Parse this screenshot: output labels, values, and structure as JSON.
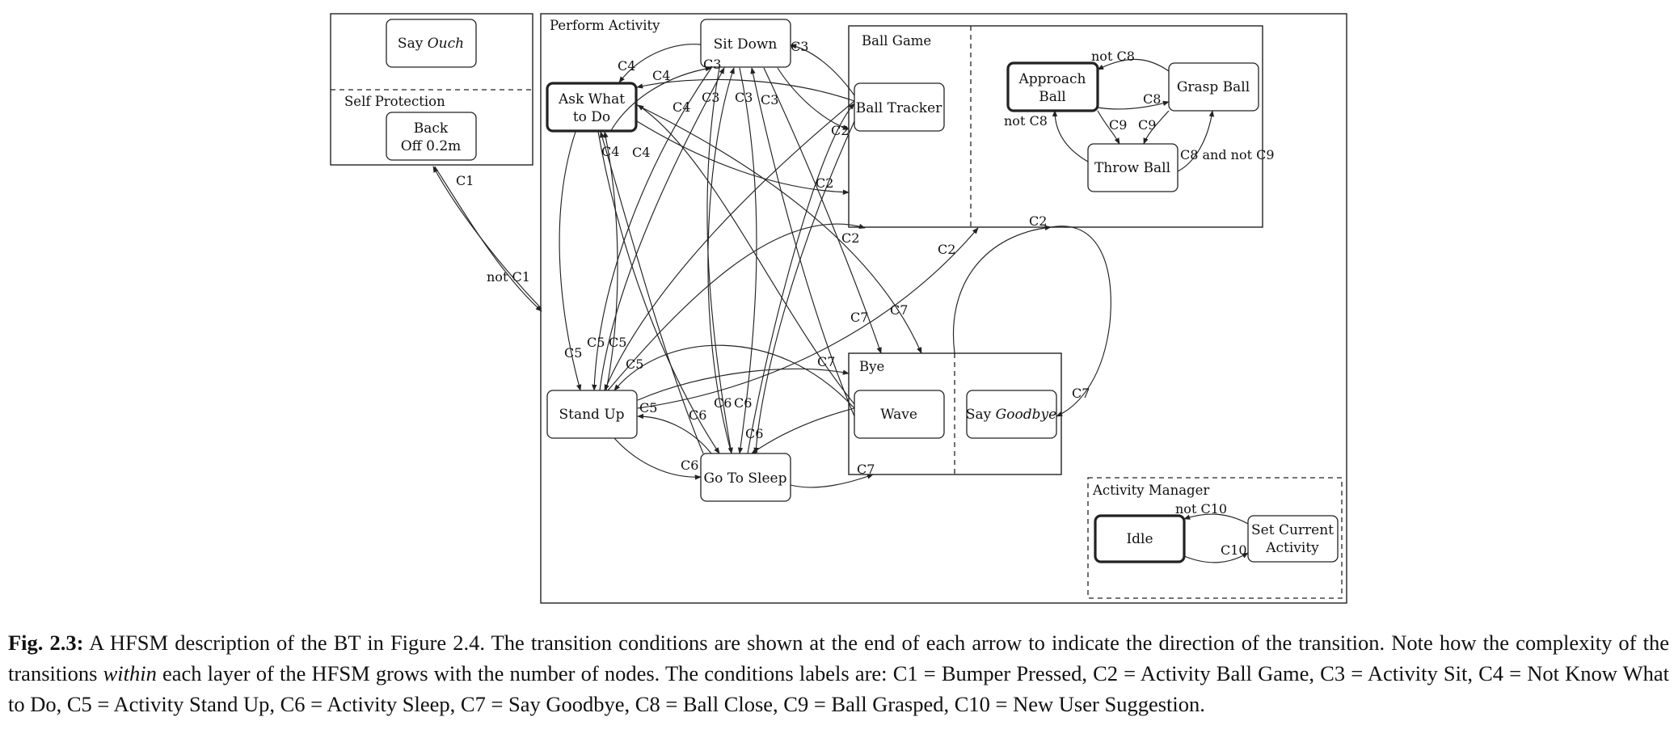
{
  "states": {
    "say_ouch": {
      "prefix": "Say ",
      "emph": "Ouch"
    },
    "back_off": [
      "Back",
      "Off 0.2m"
    ],
    "sit_down": "Sit Down",
    "ask_what": [
      "Ask What",
      "to Do"
    ],
    "stand_up": "Stand Up",
    "go_to_sleep": "Go To Sleep",
    "ball_tracker": "Ball Tracker",
    "approach_ball": [
      "Approach",
      "Ball"
    ],
    "grasp_ball": "Grasp Ball",
    "throw_ball": "Throw Ball",
    "wave": "Wave",
    "say_goodbye": {
      "prefix": "Say ",
      "emph": "Goodbye"
    },
    "idle": "Idle",
    "set_current_activity": [
      "Set Current",
      "Activity"
    ]
  },
  "groups": {
    "self_protection": "Self Protection",
    "perform_activity": "Perform Activity",
    "ball_game": "Ball Game",
    "bye": "Bye",
    "activity_manager": "Activity Manager"
  },
  "conditions": {
    "c1": "C1",
    "not_c1": "not C1",
    "c2": "C2",
    "c3": "C3",
    "c4": "C4",
    "c5": "C5",
    "c6": "C6",
    "c7": "C7",
    "c8": "C8",
    "not_c8": "not C8",
    "c9": "C9",
    "c10": "C10",
    "not_c10": "not C10",
    "c8_and_not_c9": "C8 and not C9"
  },
  "caption": {
    "label": "Fig. 2.3:",
    "text_1": " A HFSM description of the BT in Figure 2.4. The transition conditions are shown at the end of each arrow to indicate the direction of the transition. Note how the complexity of the transitions ",
    "emph": "within",
    "text_2": " each layer of the HFSM grows with the number of nodes. The conditions labels are: C1 = Bumper Pressed, C2 = Activity Ball Game, C3 = Activity Sit, C4 = Not Know What to Do, C5 = Activity Stand Up, C6 = Activity Sleep, C7 = Say Goodbye, C8 = Ball Close, C9 = Ball Grasped, C10 = New User Suggestion."
  }
}
